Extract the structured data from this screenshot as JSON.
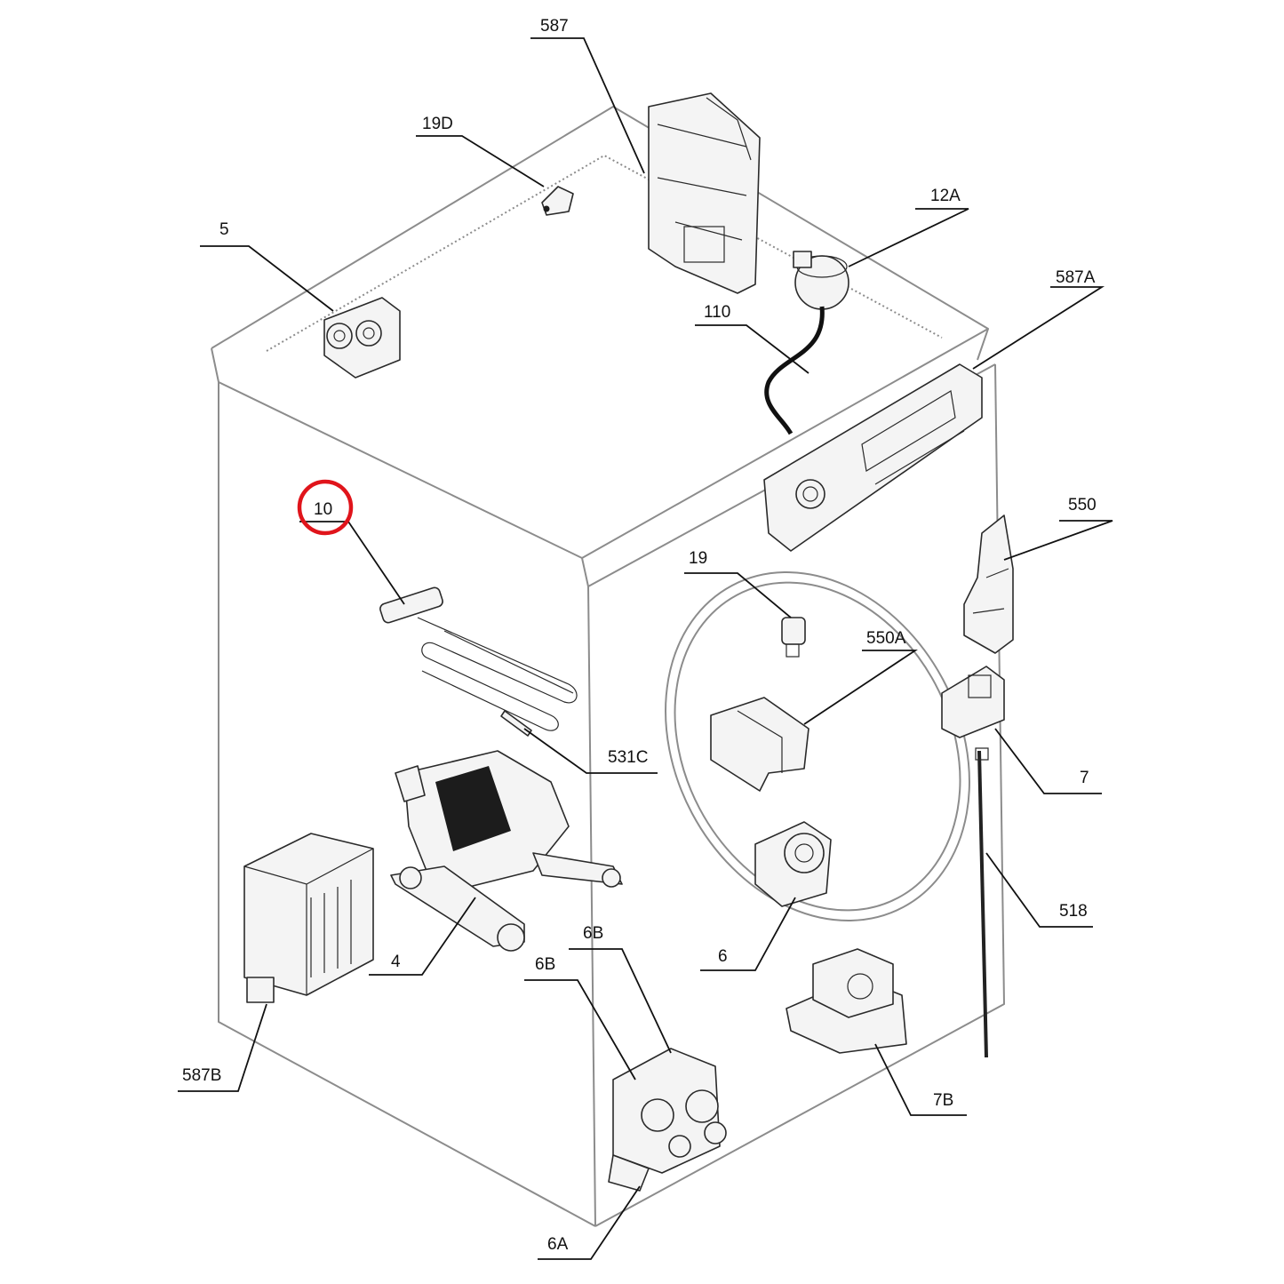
{
  "colors": {
    "highlight": "#e0141b",
    "ink": "#111111",
    "cabinet": "#8c8c8c"
  },
  "highlighted_part": "10",
  "callouts": [
    {
      "id": "587",
      "text": "587"
    },
    {
      "id": "19d",
      "text": "19D"
    },
    {
      "id": "12a",
      "text": "12A"
    },
    {
      "id": "5",
      "text": "5"
    },
    {
      "id": "587a",
      "text": "587A"
    },
    {
      "id": "110",
      "text": "110"
    },
    {
      "id": "10",
      "text": "10"
    },
    {
      "id": "550",
      "text": "550"
    },
    {
      "id": "19",
      "text": "19"
    },
    {
      "id": "550a",
      "text": "550A"
    },
    {
      "id": "531c",
      "text": "531C"
    },
    {
      "id": "7",
      "text": "7"
    },
    {
      "id": "518",
      "text": "518"
    },
    {
      "id": "4",
      "text": "4"
    },
    {
      "id": "6",
      "text": "6"
    },
    {
      "id": "6b_1",
      "text": "6B"
    },
    {
      "id": "6b_2",
      "text": "6B"
    },
    {
      "id": "587b",
      "text": "587B"
    },
    {
      "id": "7b",
      "text": "7B"
    },
    {
      "id": "6a",
      "text": "6A"
    }
  ]
}
